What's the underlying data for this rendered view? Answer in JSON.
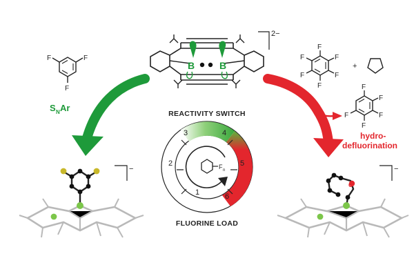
{
  "center_complex": {
    "boron_left": "B",
    "boron_right": "B",
    "charge": "2−"
  },
  "left_reagent": {
    "atom": "F",
    "reaction_label": "S",
    "reaction_sub": "N",
    "reaction_tail": "Ar"
  },
  "right_reagents": {
    "atom": "F",
    "plus": "+"
  },
  "right_label": {
    "line1": "hydro-",
    "line2": "defluorination"
  },
  "switch": {
    "top_label": "REACTIVITY SWITCH",
    "bottom_label": "FLUORINE LOAD",
    "steps": [
      "1",
      "2",
      "3",
      "4",
      "5",
      "6"
    ],
    "center_sub": "F",
    "center_sub_n": "n"
  },
  "product_left": {
    "charge": "−"
  },
  "product_right": {
    "charge": "−",
    "ring_atom": "O"
  },
  "colors": {
    "green": "#1e9a3a",
    "red": "#e3262d",
    "lime": "#7cc64a",
    "dark": "#222222",
    "gray": "#b9b9b9"
  }
}
